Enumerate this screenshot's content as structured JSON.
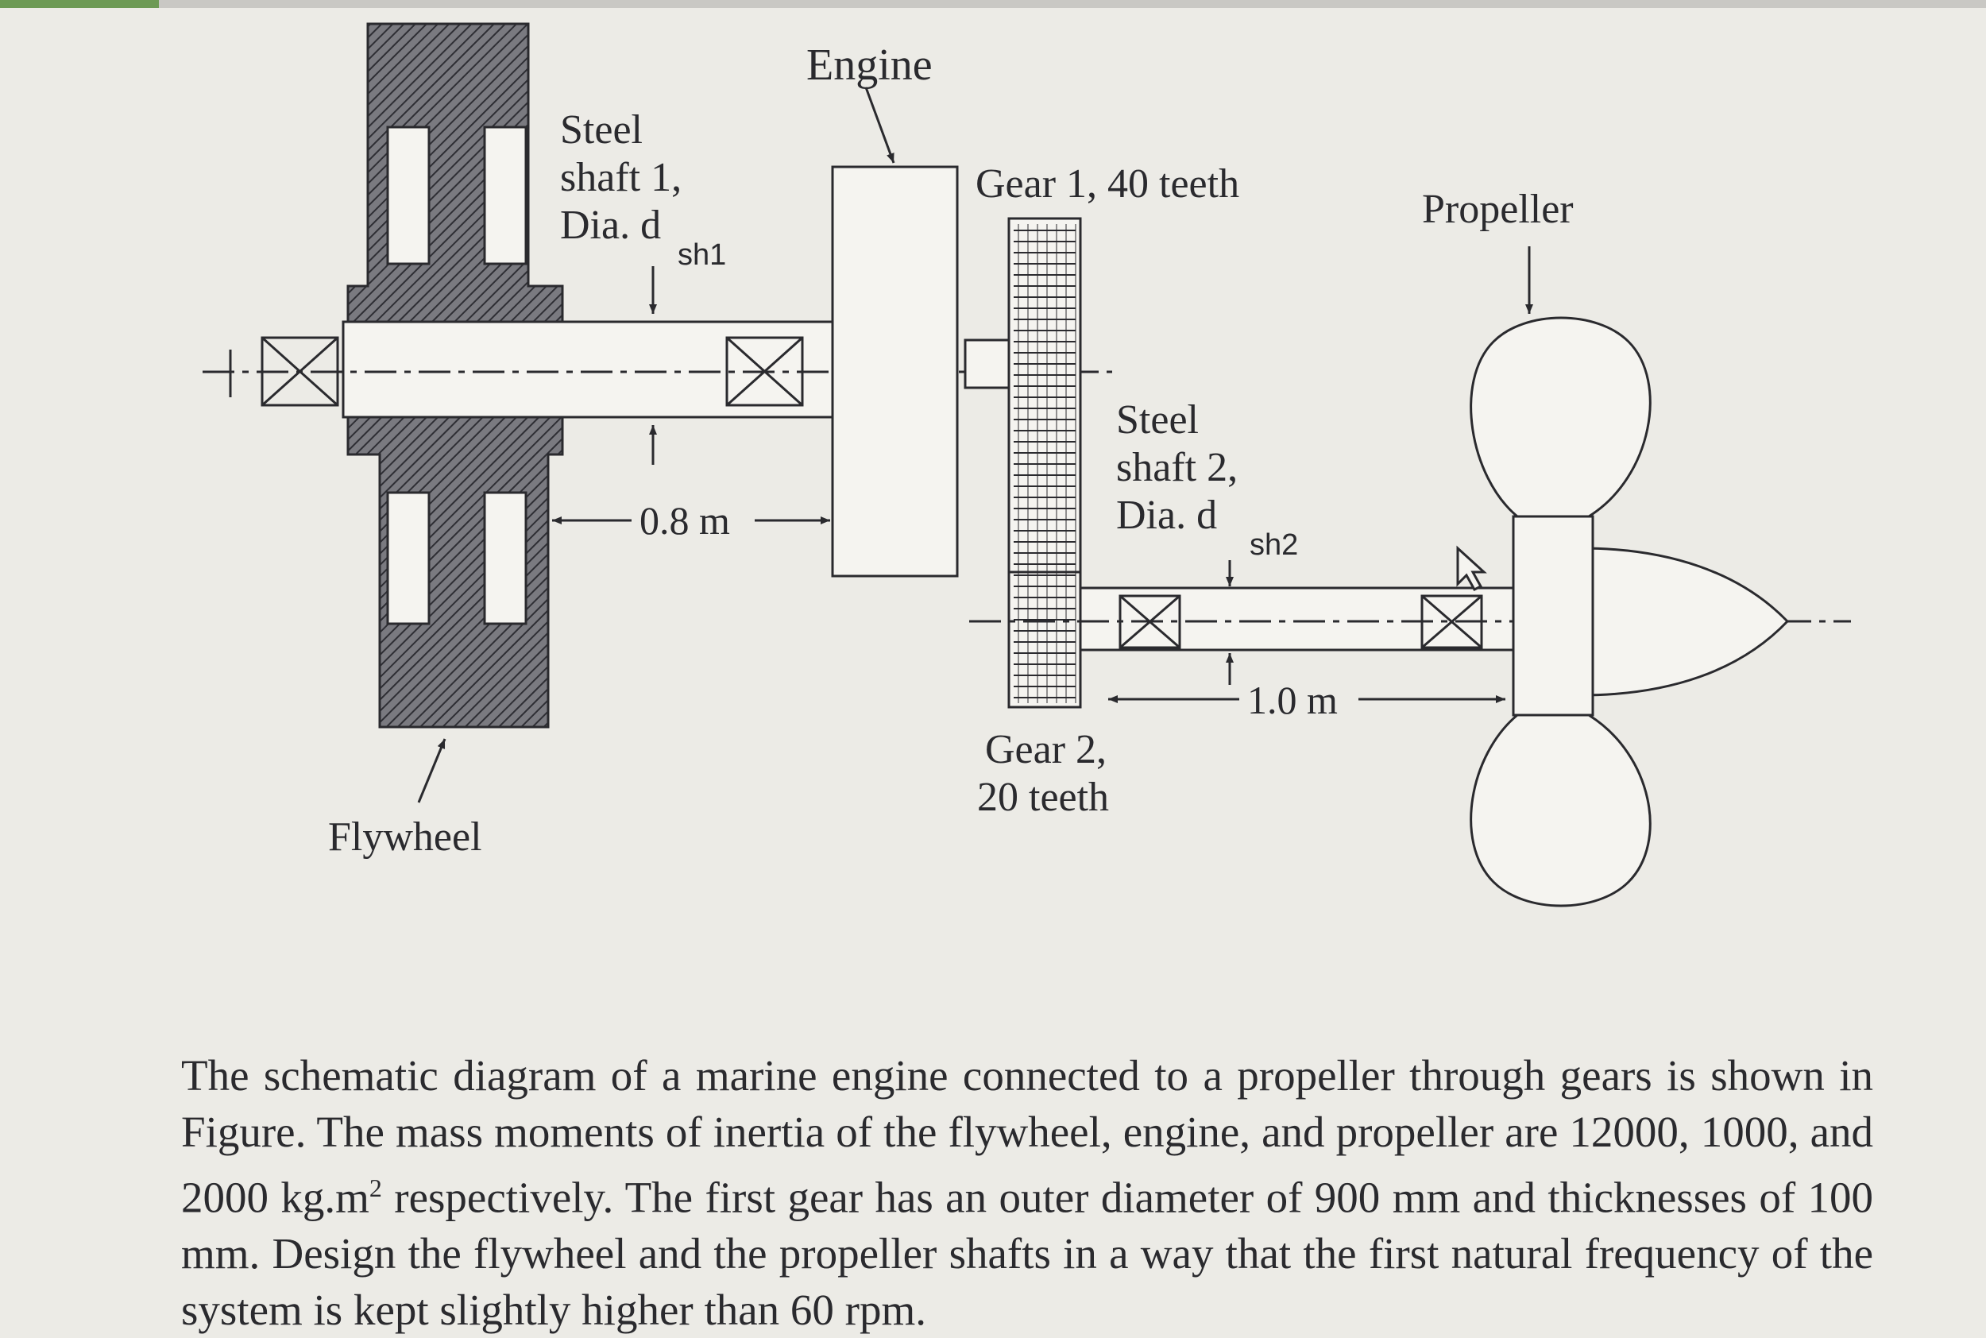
{
  "figure": {
    "engine_label": "Engine",
    "shaft1_label": [
      "Steel",
      "shaft 1,",
      "Dia. d"
    ],
    "shaft1_sub": "sh1",
    "gear1_label": "Gear 1, 40 teeth",
    "propeller_label": "Propeller",
    "shaft2_label": [
      "Steel",
      "shaft 2,",
      "Dia. d"
    ],
    "shaft2_sub": "sh2",
    "dim1_label": "0.8 m",
    "dim2_label": "1.0 m",
    "gear2_label": [
      "Gear 2,",
      "20 teeth"
    ],
    "flywheel_label": "Flywheel"
  },
  "caption": {
    "part1": "The schematic diagram of a marine engine connected to a propeller through gears is shown in Figure. The mass moments of inertia of the flywheel, engine, and propeller are 12000, 1000, and 2000 kg.m",
    "sup": "2",
    "part2": " respectively. The first gear has an outer diameter of 900 mm and thicknesses of 100 mm. Design the flywheel and the propeller shafts in a way that the first natural frequency of the system is kept slightly higher than 60 rpm."
  }
}
